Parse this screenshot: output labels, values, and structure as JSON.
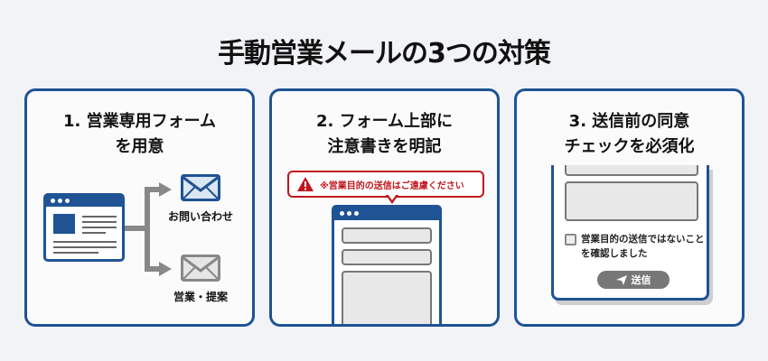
{
  "title": "手動営業メールの3つの対策",
  "colors": {
    "primary": "#1f5394",
    "warning": "#c0161c",
    "arrow": "#888888",
    "background": "#f1f3f6"
  },
  "panels": [
    {
      "title_line1": "1. 営業専用フォーム",
      "title_line2": "を用意",
      "destinations": [
        {
          "label": "お問い合わせ",
          "icon": "envelope-blue"
        },
        {
          "label": "営業・提案",
          "icon": "envelope-gray"
        }
      ]
    },
    {
      "title_line1": "2. フォーム上部に",
      "title_line2": "注意書きを明記",
      "warning_text": "※営業目的の送信はご遠慮ください",
      "warning_icon": "warning-triangle"
    },
    {
      "title_line1": "3. 送信前の同意",
      "title_line2": "チェックを必須化",
      "checkbox_label": "営業目的の送信ではないことを確認しました",
      "send_button": "送信",
      "send_icon": "paper-plane"
    }
  ]
}
